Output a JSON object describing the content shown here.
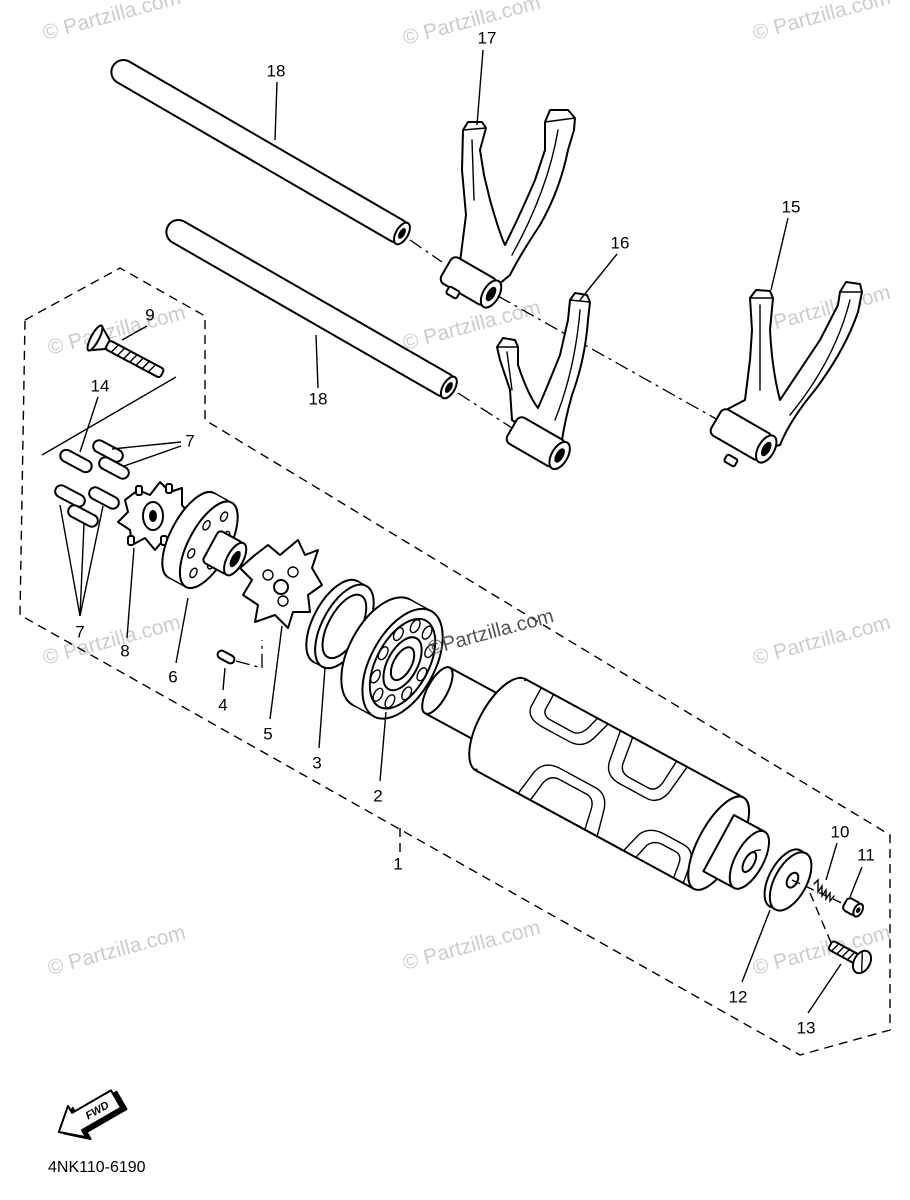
{
  "callouts": [
    "17",
    "18",
    "18",
    "16",
    "15",
    "9",
    "14",
    "7",
    "7",
    "8",
    "6",
    "4",
    "5",
    "3",
    "2",
    "1",
    "10",
    "11",
    "12",
    "13"
  ],
  "watermark": {
    "text": "© Partzilla.com",
    "center_text": "©Partzilla.com"
  },
  "fwd_label": "FWD",
  "diagram_code": "4NK110-6190",
  "colors": {
    "line": "#000000",
    "watermark": "#cccccc",
    "background": "#ffffff"
  }
}
